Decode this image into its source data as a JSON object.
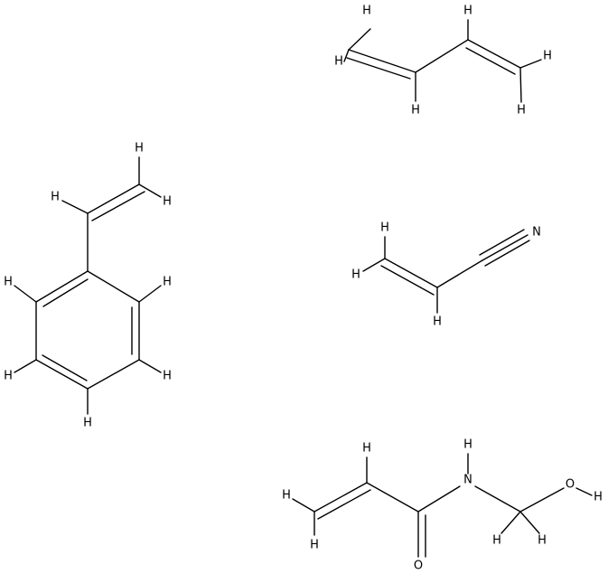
{
  "atoms": {
    "hydrogen": "H",
    "nitrogen": "N",
    "oxygen": "O"
  },
  "molecules": [
    "1,3-butadiene",
    "styrene",
    "acrylonitrile",
    "N-(hydroxymethyl)acrylamide"
  ],
  "colors": {
    "bond": "#000000",
    "label": "#000000",
    "background": "#ffffff"
  }
}
